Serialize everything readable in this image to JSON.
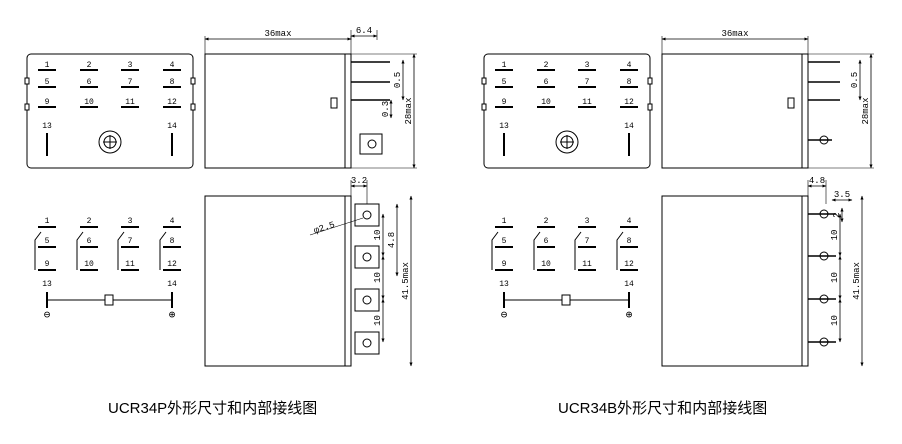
{
  "captions": {
    "left": "UCR34P外形尺寸和内部接线图",
    "right": "UCR34B外形尺寸和内部接线图"
  },
  "pins": {
    "rows": [
      [
        "1",
        "2",
        "3",
        "4"
      ],
      [
        "5",
        "6",
        "7",
        "8"
      ],
      [
        "9",
        "10",
        "11",
        "12"
      ]
    ],
    "coil": [
      "13",
      "14"
    ]
  },
  "symbols": {
    "minus": "⊖",
    "plus": "⊕"
  },
  "dims_p": {
    "width": "36max",
    "pin_offset": "6.4",
    "t05": "0.5",
    "t03": "0.3",
    "height": "28max",
    "hole_pos": "3.2",
    "hole_dia": "φ2.5",
    "pitch1": "10",
    "pitch2": "10",
    "pitch3": "10",
    "edge": "4.8",
    "length": "41.5max"
  },
  "dims_b": {
    "width": "36max",
    "t05": "0.5",
    "height": "28max",
    "pin_pos": "4.8",
    "pin_w": "3.5",
    "pin_t": "2",
    "pitch1": "10",
    "pitch2": "10",
    "pitch3": "10",
    "length": "41.5max"
  },
  "colors": {
    "line": "#000000",
    "background": "#ffffff"
  }
}
